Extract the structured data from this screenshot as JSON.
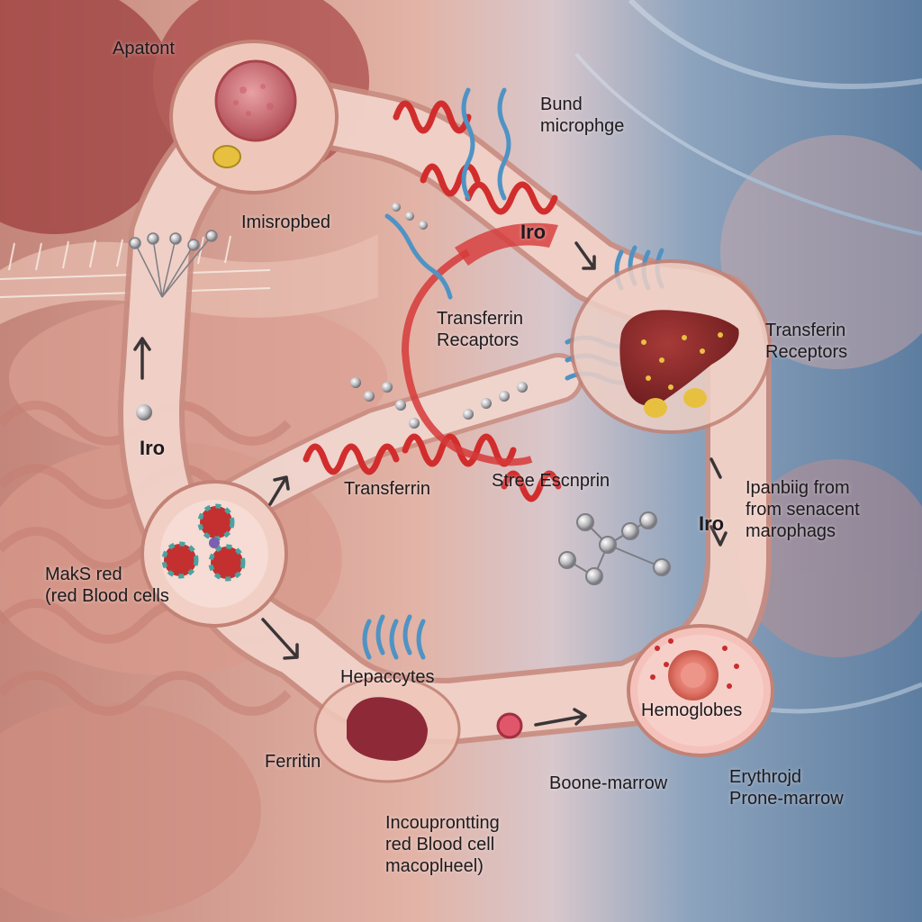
{
  "labels": {
    "apatont": "Apatont",
    "bund_microphge": "Bund\nmicrophge",
    "misropbed": "Imisropbed",
    "iro_top": "Iro",
    "transferrin_receptors_center": "Transferrin\nRecaptors",
    "transferrin_receptors_right": "Transferin\nReceptors",
    "iro_left": "Iro",
    "transferrin": "Transferrin",
    "stree_escnprin": "Stree Escnprin",
    "ipanbiig": "Ipanbiig from\nfrom senacent\nmarophags",
    "iro_right": "Iro",
    "maks_red": "MakS red\n(red Blood cells",
    "hepaccytes": "Hepaccytes",
    "hemoglobes": "Hemoglobes",
    "ferritin": "Ferritin",
    "boone_marrow": "Boone-marrow",
    "erythrojd": "Erythrojd\nProne-marrow",
    "incouprontting": "Incouprontting\nred Blood cell\nmacoplнеel)"
  },
  "colors": {
    "tissue": "#e8b9ad",
    "vessel": "#f3d6cd",
    "vessel_edge": "#c98c80",
    "transferrin_red": "#d22d2d",
    "receptor_blue": "#4f93c4",
    "iron_grey": "#b8b8bc",
    "liver": "#8e2a2a",
    "background_blue": "#5d7da0",
    "text": "#1e1a1d"
  },
  "icons": [
    "transferrin-ribbon-icon",
    "receptor-helix-icon",
    "iron-atom-cluster-icon",
    "liver-icon",
    "red-blood-cell-icon"
  ]
}
